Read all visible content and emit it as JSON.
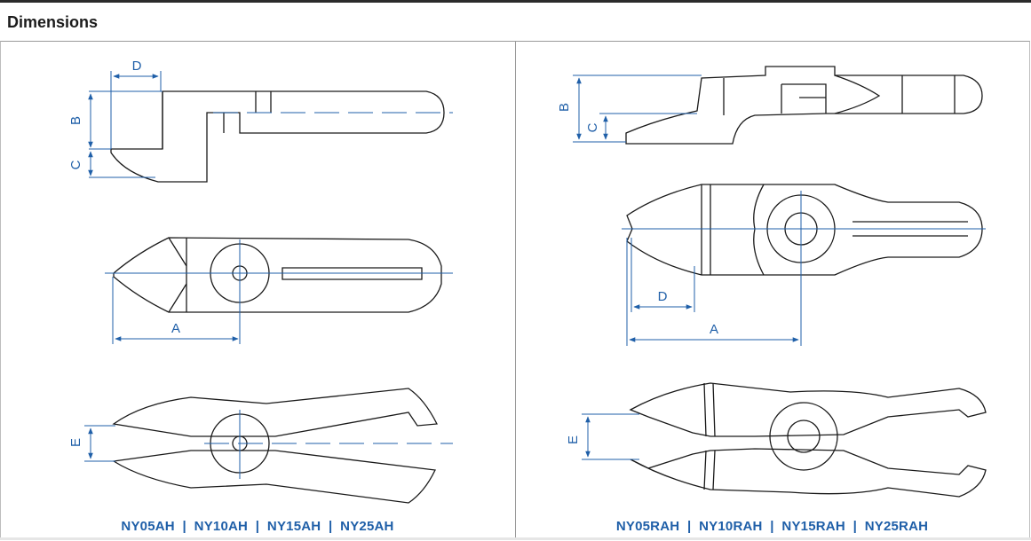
{
  "section_title": "Dimensions",
  "left_panel": {
    "caption": "NY05AH  |  NY10AH  |  NY15AH  |  NY25AH",
    "dimension_labels": {
      "d": "D",
      "b": "B",
      "c": "C",
      "a": "A",
      "e": "E"
    }
  },
  "right_panel": {
    "caption": "NY05RAH  |  NY10RAH  |  NY15RAH  |  NY25RAH",
    "dimension_labels": {
      "b": "B",
      "c": "C",
      "d": "D",
      "a": "A",
      "e": "E"
    }
  },
  "colors": {
    "outline": "#1a1a1a",
    "dimension": "#1f5fa8",
    "frame": "#9a9a9a"
  }
}
